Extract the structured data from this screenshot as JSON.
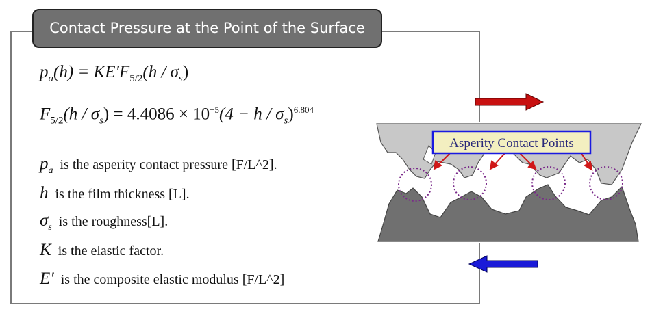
{
  "title": "Contact Pressure at the Point of the Surface",
  "equations": {
    "eq1": {
      "lhs": "p",
      "lhs_sub": "a",
      "lhs_arg": "(h) = KE′F",
      "sub": "5/2",
      "rest": "(h / σ",
      "rest_sub": "s",
      "close": ")"
    },
    "eq2": {
      "f": "F",
      "sub": "5/2",
      "arg": "(h / σ",
      "arg_sub": "s",
      "mid": ") = 4.4086 × 10",
      "exp": "−5",
      "paren": "(4 − h / σ",
      "paren_sub": "s",
      "close": ")",
      "power": "6.804"
    }
  },
  "definitions": [
    {
      "symbol": "p",
      "symbol_sub": "a",
      "text": "is the asperity contact pressure [F/L^2]."
    },
    {
      "symbol": "h",
      "symbol_sub": "",
      "text": "is the film thickness [L]."
    },
    {
      "symbol": "σ",
      "symbol_sub": "s",
      "text": "is the roughness[L]."
    },
    {
      "symbol": "K",
      "symbol_sub": "",
      "text": "is the elastic factor."
    },
    {
      "symbol": "E′",
      "symbol_sub": "",
      "text": "is the composite elastic modulus [F/L^2]"
    }
  ],
  "diagram": {
    "label": "Asperity Contact Points",
    "colors": {
      "upper": "#c8c8c8",
      "lower": "#707070",
      "label_bg": "#f3efc0",
      "label_border": "#1a1ae0",
      "circle": "#7a2a8a",
      "pointer": "#d01818",
      "top_arrow": "#c81010",
      "bottom_arrow": "#1a1ad8"
    }
  }
}
